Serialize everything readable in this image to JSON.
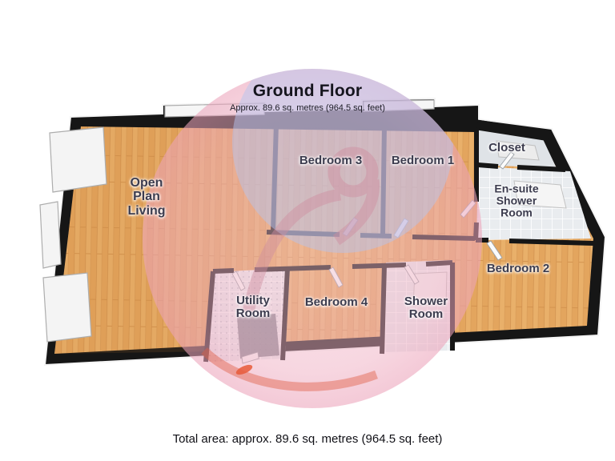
{
  "header": {
    "title": "Ground Floor",
    "subtitle": "Approx. 89.6 sq. metres (964.5 sq. feet)"
  },
  "footer": {
    "total_area": "Total area: approx. 89.6 sq. metres (964.5 sq. feet)"
  },
  "rooms": [
    {
      "id": "open-plan-living",
      "label": "Open\nPlan\nLiving",
      "floor": "wood"
    },
    {
      "id": "bedroom-3",
      "label": "Bedroom 3",
      "floor": "wood"
    },
    {
      "id": "bedroom-1",
      "label": "Bedroom 1",
      "floor": "wood"
    },
    {
      "id": "closet",
      "label": "Closet",
      "floor": "wood"
    },
    {
      "id": "en-suite-shower-room",
      "label": "En-suite\nShower\nRoom",
      "floor": "tile"
    },
    {
      "id": "bedroom-2",
      "label": "Bedroom 2",
      "floor": "wood"
    },
    {
      "id": "utility-room",
      "label": "Utility\nRoom",
      "floor": "tile"
    },
    {
      "id": "bedroom-4",
      "label": "Bedroom 4",
      "floor": "wood"
    },
    {
      "id": "shower-room",
      "label": "Shower\nRoom",
      "floor": "tile"
    }
  ],
  "colors": {
    "wall": "#161616",
    "wood_floor": "#e6aa64",
    "tile_floor": "#e9ecef",
    "watermark_pink": "#f0b6c6",
    "watermark_blue": "#b6c3ee",
    "watermark_orange": "#e85a38",
    "label_text": "#3c3c4e"
  }
}
